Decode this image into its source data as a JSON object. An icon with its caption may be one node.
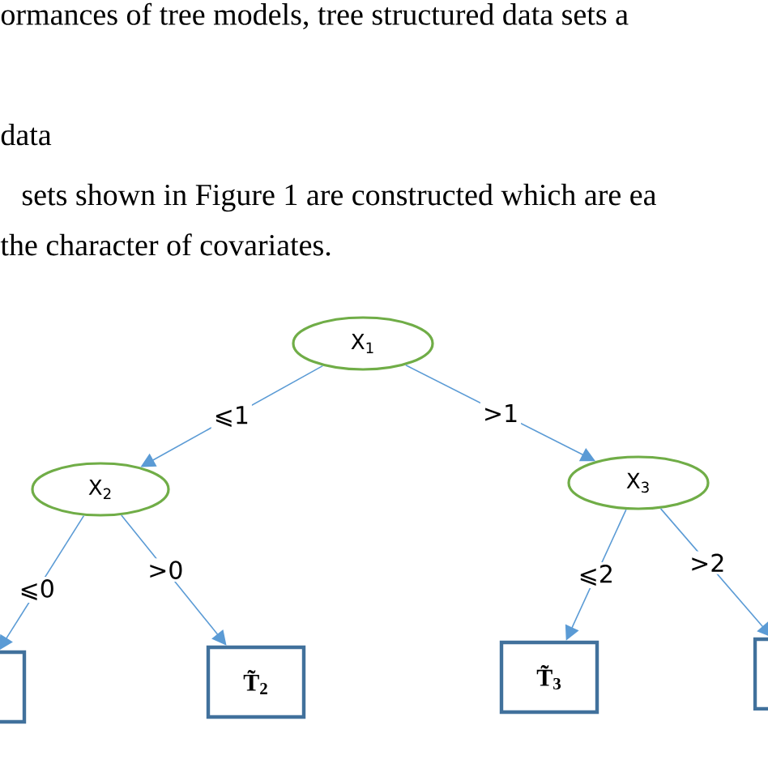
{
  "diagram": {
    "nodes": [
      {
        "text": [
          "X$_{1}$"
        ]
      },
      {
        "text": [
          "X$_{2}$"
        ]
      },
      {
        "text": [
          "X$_{3}$"
        ]
      },
      {
        "text": [],
        "shape": "box"
      },
      {
        "text": [
          "T̃$_{2}$"
        ]
      },
      {
        "text": [
          "T̃$_{3}$"
        ]
      },
      {
        "text": [],
        "shape": "box"
      }
    ],
    "edges": [
      {
        "from": 0,
        "to": 1,
        "arrow": "to",
        "label": "⩽1"
      },
      {
        "from": 0,
        "to": 2,
        "arrow": "to",
        "label": ">1"
      },
      {
        "from": 1,
        "to": 3,
        "arrow": "to",
        "label": "⩽0"
      },
      {
        "from": 1,
        "to": 4,
        "arrow": "to",
        "label": ">0"
      },
      {
        "from": 2,
        "to": 5,
        "arrow": "to",
        "label": "⩽2"
      },
      {
        "from": 2,
        "to": 6,
        "arrow": "to",
        "label": ">2"
      }
    ],
    "labels": [
      "ormances of tree models, tree structured data sets a",
      "data",
      "sets shown in Figure 1 are constructed which are ea",
      "the character of covariates."
    ]
  }
}
